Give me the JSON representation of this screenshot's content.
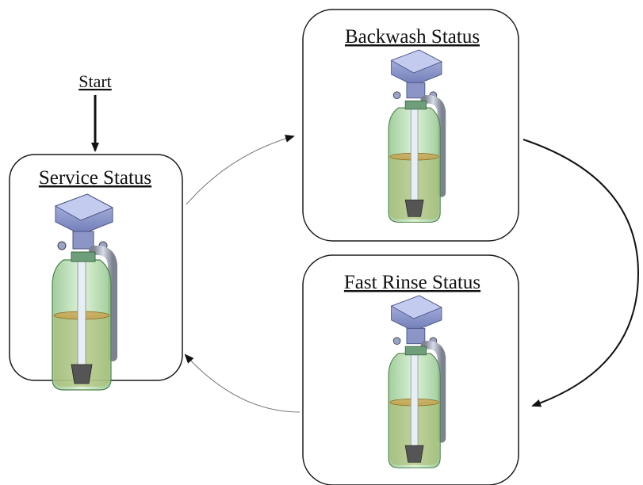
{
  "start": {
    "label": "Start"
  },
  "states": {
    "service": {
      "label": "Service Status"
    },
    "backwash": {
      "label": "Backwash Status"
    },
    "rinse": {
      "label": "Fast Rinse Status"
    }
  },
  "colors": {
    "valve_body": "#8f9bcf",
    "tank_glass": "#b9dfb3",
    "media": "#c7a24d",
    "outline": "#222222"
  }
}
